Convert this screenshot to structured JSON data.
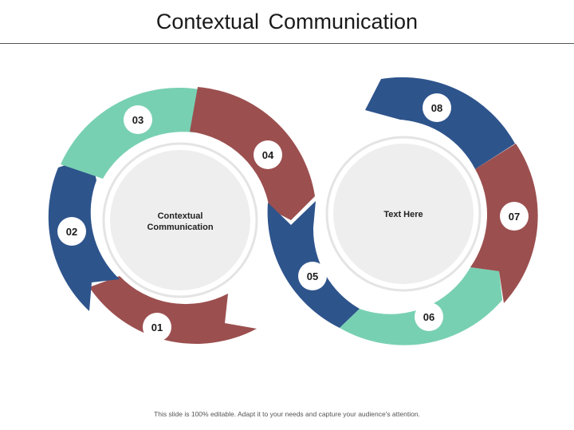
{
  "title": "Contextual Communication",
  "footer": "This slide is 100% editable. Adapt it to your needs and capture your audience's attention.",
  "left_center": {
    "line1": "Contextual",
    "line2": "Communication"
  },
  "right_center": {
    "label": "Text Here"
  },
  "steps": [
    "01",
    "02",
    "03",
    "04",
    "05",
    "06",
    "07",
    "08"
  ],
  "colors": {
    "red": "#9c4f4f",
    "blue": "#2e548c",
    "green": "#78d0b2",
    "center": "#eeeeee",
    "badge": "#ffffff"
  }
}
